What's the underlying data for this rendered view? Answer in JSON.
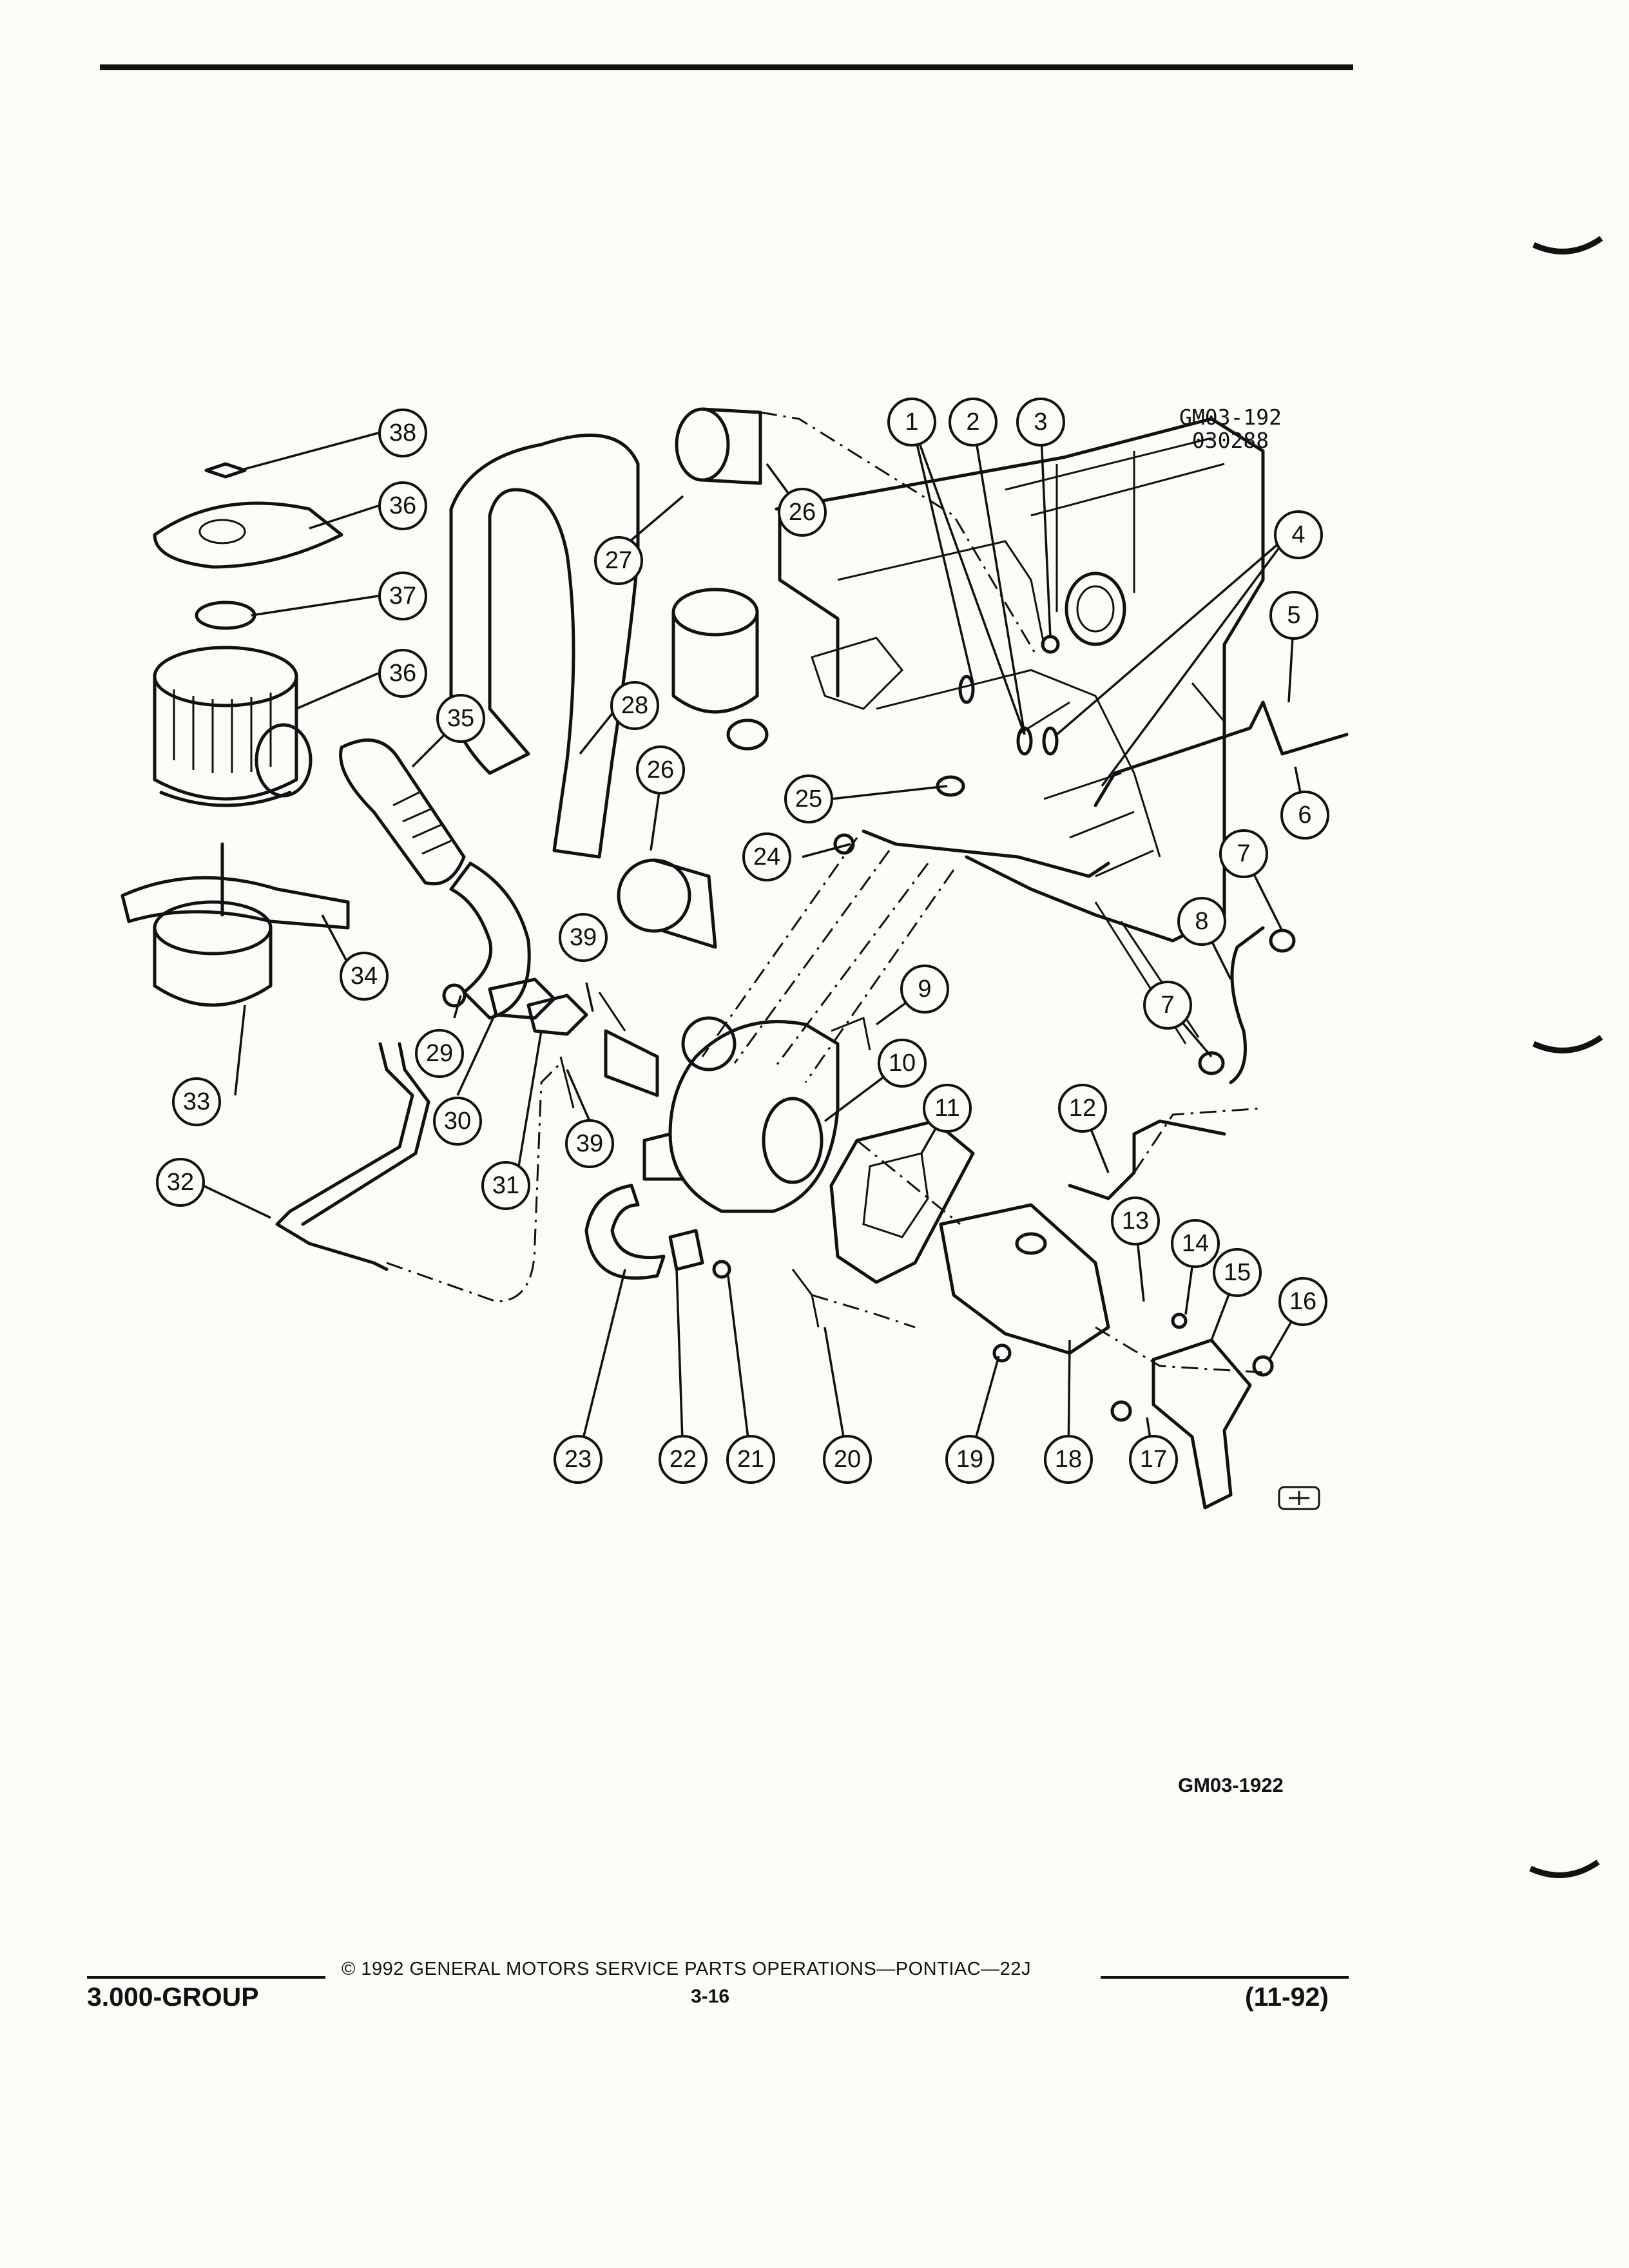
{
  "figure_code": "GM03-192\n030288",
  "figure_ref": "GM03-1922",
  "footer": {
    "copyright": "© 1992 GENERAL MOTORS SERVICE PARTS OPERATIONS—PONTIAC—22J",
    "group": "3.000-GROUP",
    "page": "3-16",
    "date": "(11-92)"
  },
  "callouts": [
    "1",
    "2",
    "3",
    "4",
    "5",
    "6",
    "7",
    "7",
    "8",
    "9",
    "10",
    "11",
    "12",
    "13",
    "14",
    "15",
    "16",
    "17",
    "18",
    "19",
    "20",
    "21",
    "22",
    "23",
    "24",
    "25",
    "26",
    "26",
    "27",
    "28",
    "29",
    "30",
    "31",
    "32",
    "33",
    "34",
    "35",
    "36",
    "36",
    "37",
    "38",
    "39",
    "39"
  ]
}
